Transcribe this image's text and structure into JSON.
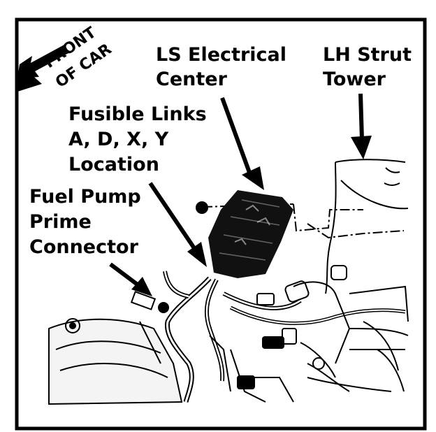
{
  "labels": {
    "front_of_car_line1": "FRONT",
    "front_of_car_line2": "OF CAR",
    "ls_electrical_center_line1": "LS Electrical",
    "ls_electrical_center_line2": "Center",
    "lh_strut_tower_line1": "LH Strut",
    "lh_strut_tower_line2": "Tower",
    "fusible_links_line1": "Fusible Links",
    "fusible_links_line2": "A, D, X, Y",
    "fusible_links_line3": "Location",
    "fuel_pump_line1": "Fuel Pump",
    "fuel_pump_line2": "Prime",
    "fuel_pump_line3": "Connector"
  },
  "colors": {
    "ink": "#000000",
    "paper": "#ffffff"
  }
}
